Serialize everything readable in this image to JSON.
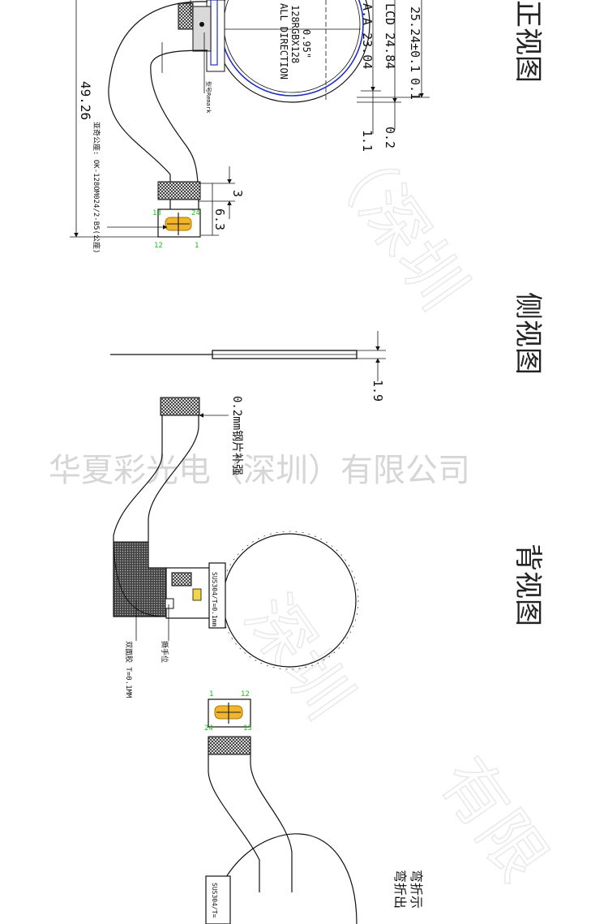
{
  "views": {
    "front": "正视图",
    "side": "侧视图",
    "back": "背视图"
  },
  "front": {
    "dim_od": "25.24±0.1",
    "dim_lcd": "LCD 24.84",
    "dim_aa": "A.A 23.04",
    "tol_1": "0.1",
    "tol_2": "0.2",
    "tol_3": "1.1",
    "size_label": "0.95\"",
    "res_label": "128RGBX128",
    "dir_label": "ALL DIRECTION",
    "length": "49.26",
    "conn_w1": "3",
    "conn_w2": "6.3",
    "pin_13": "13",
    "pin_24": "24",
    "pin_12": "12",
    "pin_1": "1",
    "part_note": "亚奇公座: OK-128OM024/2-B5(公座)",
    "small_note": "型号Remark"
  },
  "side": {
    "thickness": "1.9"
  },
  "back": {
    "steel_note": "0.2mm钢片补强",
    "sus_note": "SUS304/T=0.1mm",
    "tape_note": "双面胶 T=0.1MM",
    "hand_note": "撕手位",
    "pin_1": "1",
    "pin_12": "12",
    "pin_24": "24",
    "pin_13": "13",
    "sus_note_2": "SUS304/T=",
    "bend_note_1": "弯折示",
    "bend_note_2": "弯折出"
  },
  "watermark": {
    "company": "华夏彩光电（深圳）有限公司"
  }
}
